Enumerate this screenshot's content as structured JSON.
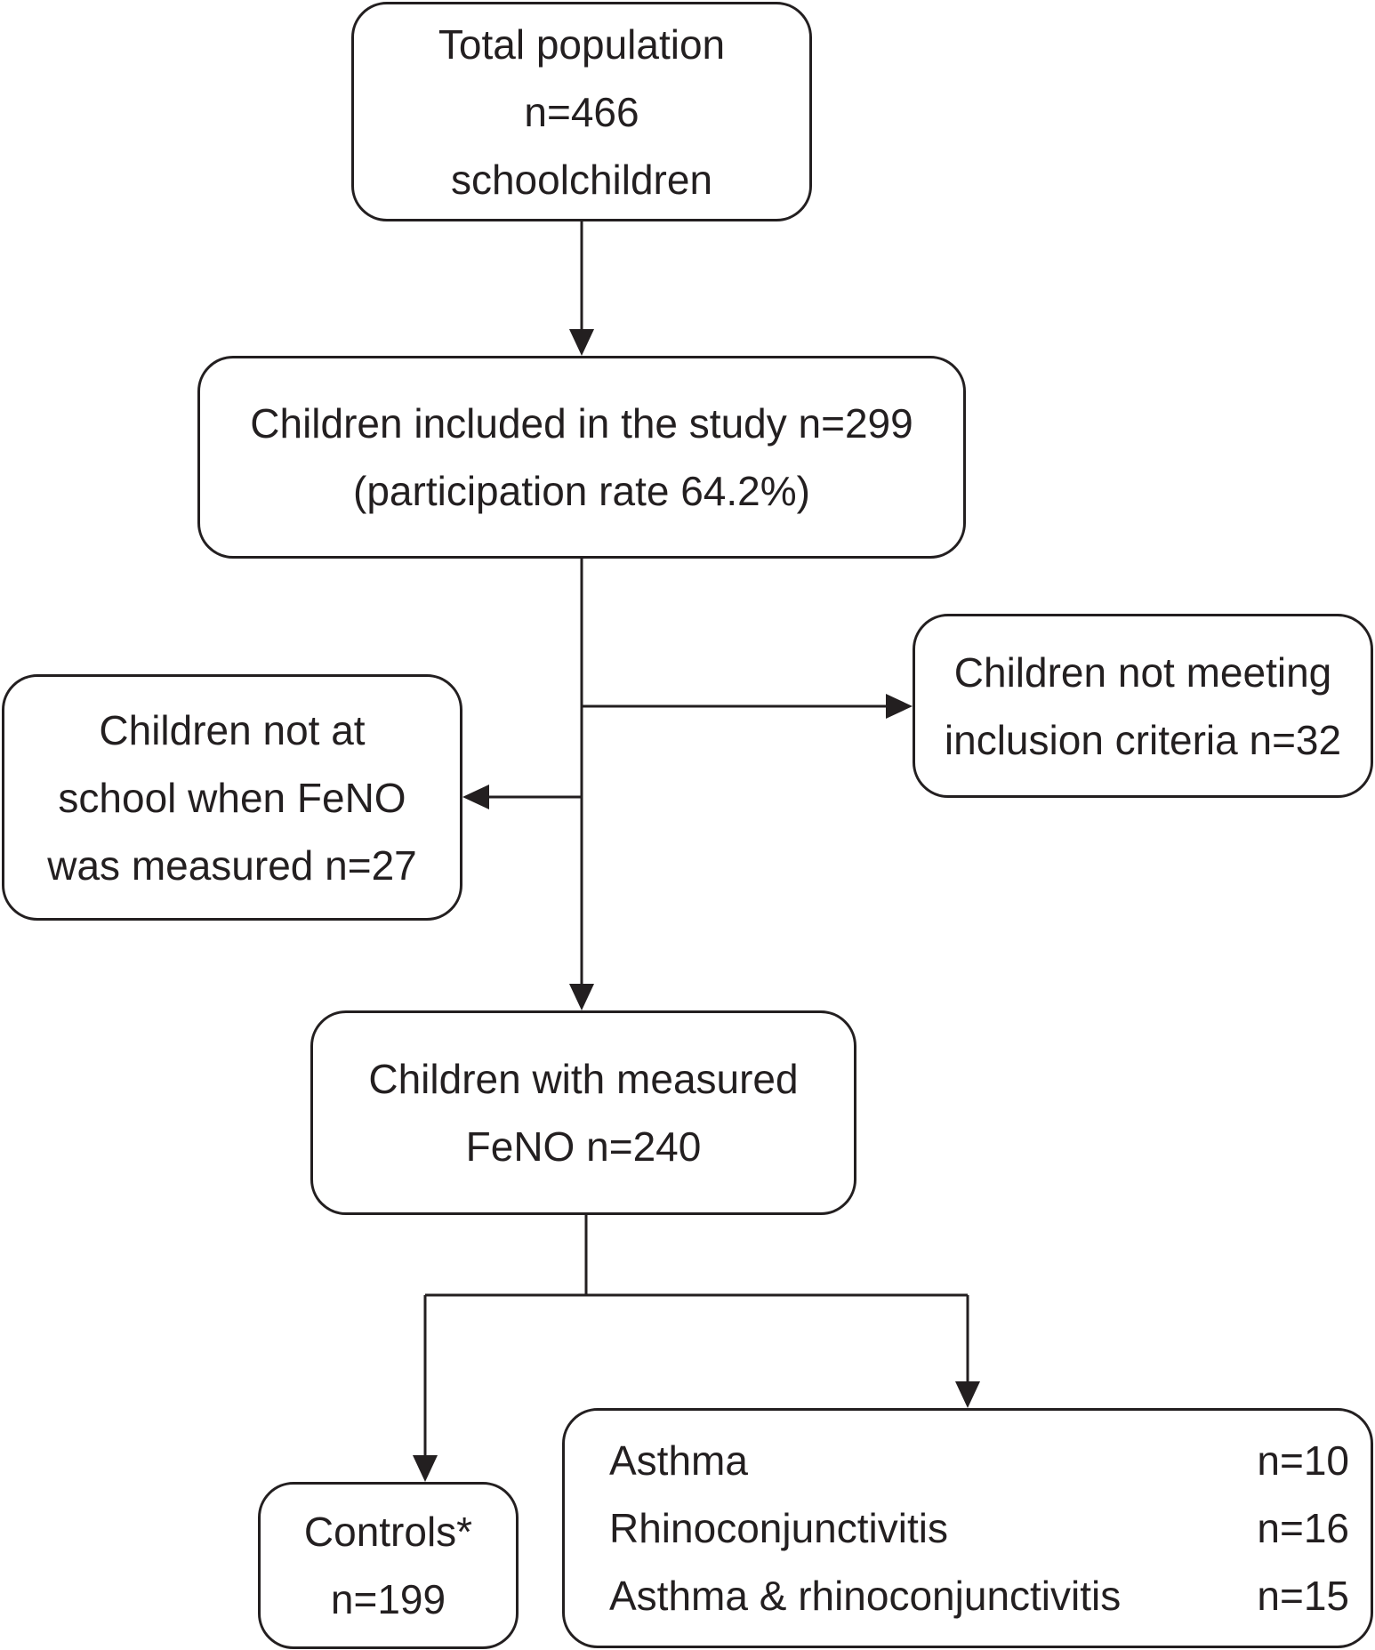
{
  "boxes": {
    "total": {
      "lines": [
        "Total population",
        "n=466",
        "schoolchildren"
      ]
    },
    "included": {
      "lines": [
        "Children included in the study n=299",
        "(participation rate 64.2%)"
      ]
    },
    "excluded": {
      "lines": [
        "Children not meeting",
        "inclusion criteria n=32"
      ]
    },
    "absent": {
      "lines": [
        "Children not at",
        "school when FeNO",
        "was measured n=27"
      ]
    },
    "measured": {
      "lines": [
        "Children with measured",
        "FeNO n=240"
      ]
    },
    "controls": {
      "lines": [
        "Controls*",
        "n=199"
      ]
    },
    "groups": {
      "rows": [
        {
          "label": "Asthma",
          "count": "n=10"
        },
        {
          "label": "Rhinoconjunctivitis",
          "count": "n=16"
        },
        {
          "label": "Asthma & rhinoconjunctivitis",
          "count": "n=15"
        }
      ]
    }
  },
  "colors": {
    "stroke": "#231f20",
    "background": "#ffffff"
  }
}
